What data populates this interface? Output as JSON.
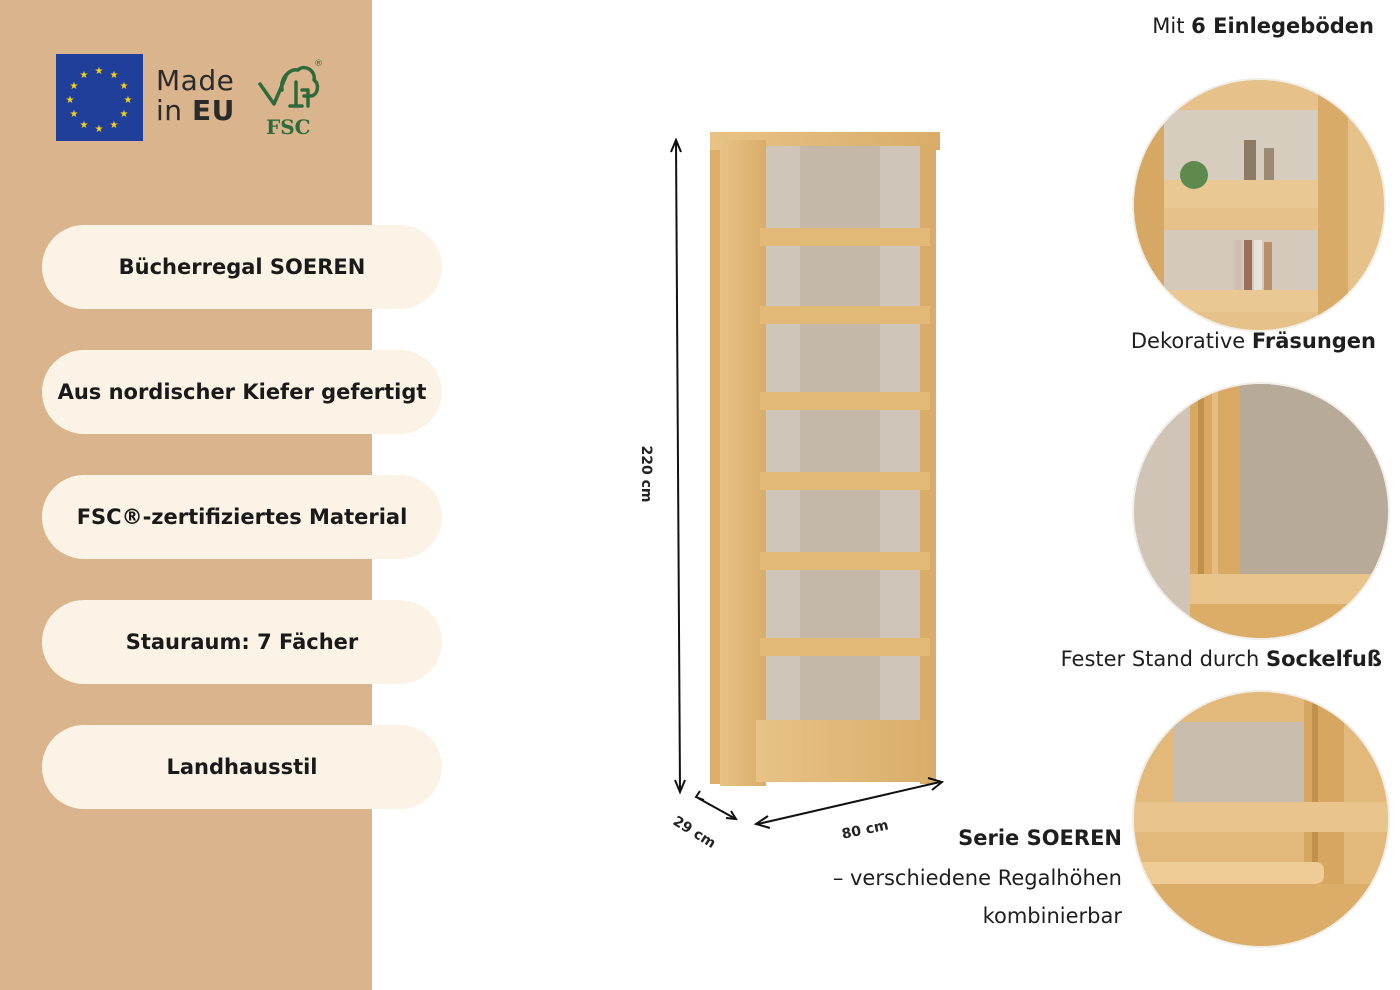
{
  "badges": {
    "made_in_line1": "Made",
    "made_in_line2_prefix": "in ",
    "made_in_line2_bold": "EU",
    "fsc_label": "FSC",
    "fsc_reg": "®"
  },
  "features": [
    {
      "label": "Bücherregal SOEREN"
    },
    {
      "label": "Aus nordischer Kiefer gefertigt"
    },
    {
      "label": "FSC®-zertifiziertes Material"
    },
    {
      "label": "Stauraum: 7 Fächer"
    },
    {
      "label": "Landhausstil"
    }
  ],
  "dimensions": {
    "height": "220 cm",
    "depth": "29 cm",
    "width": "80 cm"
  },
  "details": [
    {
      "prefix": "Mit ",
      "bold": "6 Einlegeböden",
      "suffix": ""
    },
    {
      "prefix": "Dekorative ",
      "bold": "Fräsungen",
      "suffix": ""
    },
    {
      "prefix": "Fester Stand durch ",
      "bold": "Sockelfuß",
      "suffix": ""
    }
  ],
  "series": {
    "title": "Serie SOEREN",
    "line1": "– verschiedene Regalhöhen",
    "line2": "kombinierbar"
  },
  "colors": {
    "sidebar": "#d9b48c",
    "pill": "#fbf3e5",
    "eu_blue": "#1f3f9a",
    "eu_star": "#f7d117",
    "fsc_green": "#2f6b3a",
    "wood": "#e6bf7d",
    "wood_dark": "#c9994f",
    "back_panel": "#cfc5b8"
  }
}
